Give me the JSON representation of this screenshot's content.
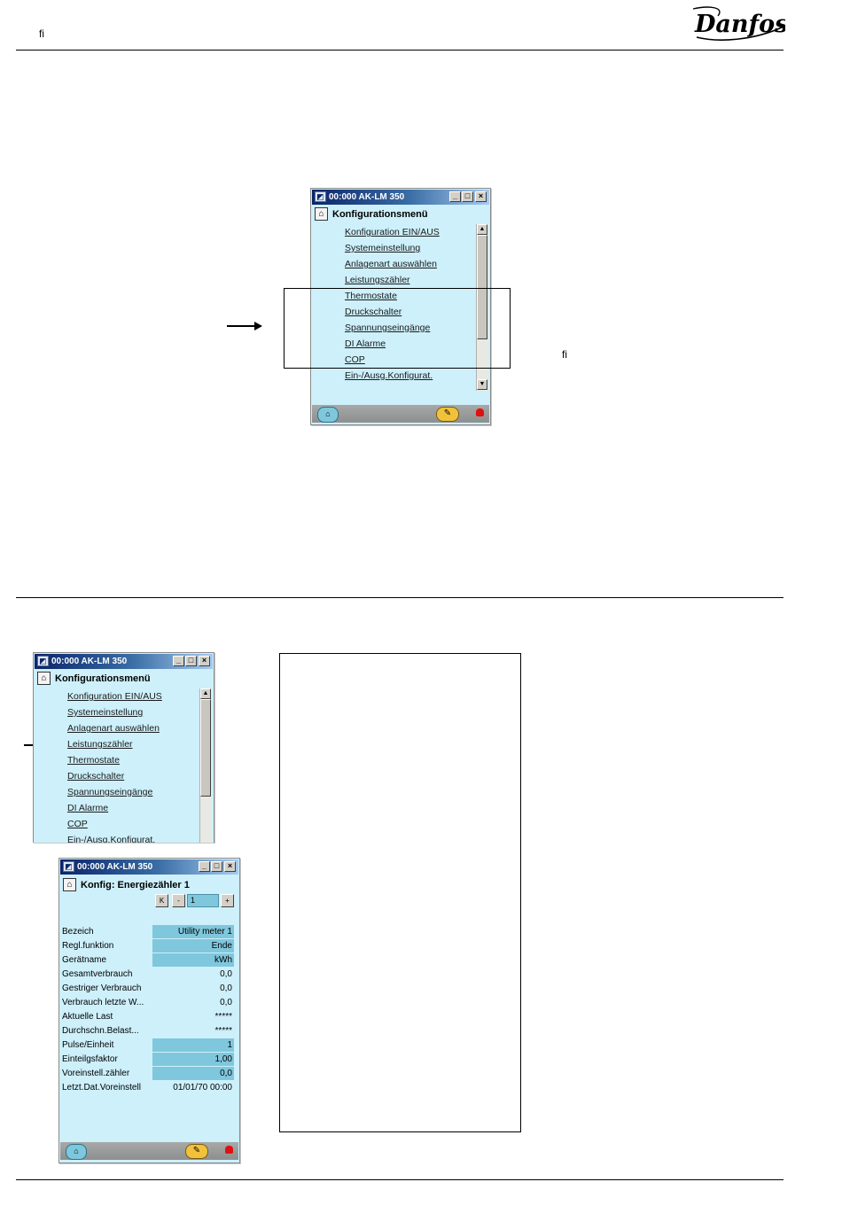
{
  "header": {
    "ligature": "ﬁ",
    "logo_text": "Danfoss"
  },
  "side_note": {
    "ligature": "ﬁ"
  },
  "window_top": {
    "title": "00:000 AK-LM 350",
    "menu_title": "Konfigurationsmenü",
    "items": [
      "Konfiguration EIN/AUS",
      "Systemeinstellung",
      "Anlagenart auswählen",
      "Leistungszähler",
      "Thermostate",
      "Druckschalter",
      "Spannungseingänge",
      "DI Alarme",
      "COP",
      "Ein-/Ausg.Konfigurat."
    ],
    "scroll_up": "▲",
    "scroll_down": "▼"
  },
  "window_bottom_menu": {
    "title": "00:000 AK-LM 350",
    "menu_title": "Konfigurationsmenü",
    "items": [
      "Konfiguration EIN/AUS",
      "Systemeinstellung",
      "Anlagenart auswählen",
      "Leistungszähler",
      "Thermostate",
      "Druckschalter",
      "Spannungseingänge",
      "DI Alarme",
      "COP",
      "Ein-/Ausg.Konfigurat."
    ]
  },
  "window_config": {
    "title": "00:000 AK-LM 350",
    "menu_title": "Konfig: Energiezähler 1",
    "nav": {
      "first": "K",
      "prev": "-",
      "index": "1",
      "next": "+"
    },
    "rows": [
      {
        "label": "Bezeich",
        "value": "Utility meter 1",
        "editable": true
      },
      {
        "label": "Regl.funktion",
        "value": "Ende",
        "editable": true
      },
      {
        "label": "Gerätname",
        "value": "kWh",
        "editable": true
      },
      {
        "label": "Gesamtverbrauch",
        "value": "0,0",
        "editable": false
      },
      {
        "label": "Gestriger Verbrauch",
        "value": "0,0",
        "editable": false
      },
      {
        "label": "Verbrauch letzte W...",
        "value": "0,0",
        "editable": false
      },
      {
        "label": "Aktuelle Last",
        "value": "*****",
        "editable": false
      },
      {
        "label": "Durchschn.Belast...",
        "value": "*****",
        "editable": false
      },
      {
        "label": "Pulse/Einheit",
        "value": "1",
        "editable": true
      },
      {
        "label": "Einteilgsfaktor",
        "value": "1,00",
        "editable": true
      },
      {
        "label": "Voreinstell.zähler",
        "value": "0,0",
        "editable": true
      },
      {
        "label": "Letzt.Dat.Voreinstell",
        "value": "01/01/70 00:00",
        "editable": false
      }
    ]
  },
  "window_buttons": {
    "minimize": "_",
    "maximize": "□",
    "close": "×"
  },
  "statusbar": {
    "home_icon": "home-icon",
    "key_icon": "wrench-icon",
    "bell_icon": "alarm-bell-icon"
  },
  "colors": {
    "window_bg": "#cdf0fb",
    "editable_cell": "#7fc7dc",
    "titlebar": "#0a246a",
    "alarm": "#e01010"
  }
}
